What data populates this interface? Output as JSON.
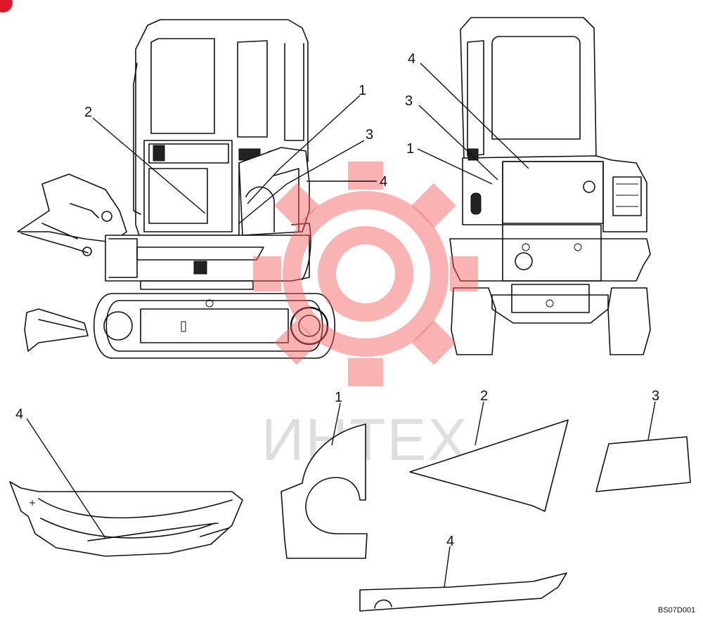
{
  "callouts": {
    "side_view": [
      "1",
      "2",
      "3",
      "4"
    ],
    "rear_view": [
      "4",
      "3",
      "1"
    ],
    "decals": [
      "4",
      "1",
      "2",
      "3",
      "4"
    ]
  },
  "watermark": {
    "text": "ИНТЕХ",
    "color": "#f25c5c"
  },
  "figure_code": "BS07D001",
  "colors": {
    "line": "#111111",
    "watermark_gear": "#f25c5c",
    "watermark_text": "#d9d9d9",
    "corner_marker": "#e0192a"
  }
}
